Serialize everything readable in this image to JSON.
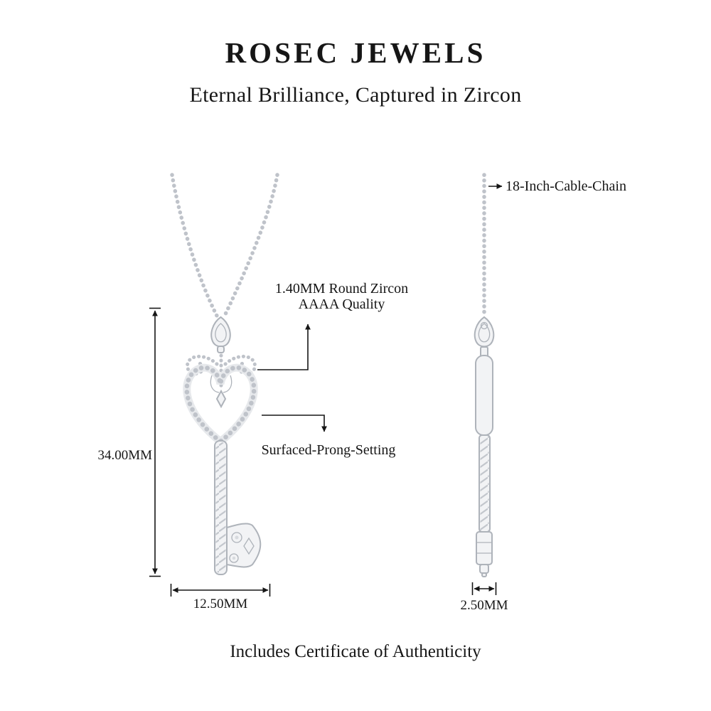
{
  "header": {
    "brand": "ROSEC JEWELS",
    "tagline": "Eternal Brilliance, Captured in Zircon"
  },
  "callouts": {
    "stone_line1": "1.40MM Round Zircon",
    "stone_line2": "AAAA Quality",
    "setting": "Surfaced-Prong-Setting",
    "chain": "18-Inch-Cable-Chain"
  },
  "dimensions": {
    "height": "34.00MM",
    "width": "12.50MM",
    "depth": "2.50MM"
  },
  "footer": {
    "certificate": "Includes Certificate of Authenticity"
  },
  "colors": {
    "ink": "#161616",
    "metal": "#bfc3ca",
    "metal-dark": "#aeb3ba",
    "metal-fill": "#f2f3f5",
    "background": "#ffffff"
  }
}
